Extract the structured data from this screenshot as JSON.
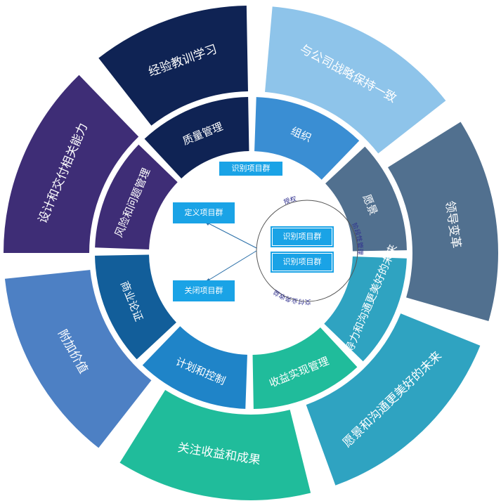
{
  "outer_ring": [
    {
      "label": "与公司战略保持一致",
      "color": "#8ec4ea"
    },
    {
      "label": "领导变革",
      "color": "#51708f"
    },
    {
      "label": "愿景和沟通更美好的未来",
      "color": "#2fa3c1"
    },
    {
      "label": "关注收益和成果",
      "color": "#20bc9b"
    },
    {
      "label": "附加价值",
      "color": "#4d80c4"
    },
    {
      "label": "设计和交付相关能力",
      "color": "#3e2d76"
    },
    {
      "label": "经验教训学习",
      "color": "#0f2354"
    }
  ],
  "inner_ring": [
    {
      "label": "组织",
      "color": "#3a8ed3"
    },
    {
      "label": "愿景",
      "color": "#51708f"
    },
    {
      "label": "领导力和沟通更美好的未来",
      "color": "#2fa3c1"
    },
    {
      "label": "收益实现管理",
      "color": "#20bc9b"
    },
    {
      "label": "计划和控制",
      "color": "#1f84c8"
    },
    {
      "label": "商业论证",
      "color": "#125e9a"
    },
    {
      "label": "风险和问题管理",
      "color": "#3e2d76"
    },
    {
      "label": "质量管理",
      "color": "#0f2354"
    }
  ],
  "center": {
    "boxes": {
      "top": "识别项目群",
      "define": "定义项目群",
      "close": "关闭项目群",
      "right1": "识别项目群",
      "right2": "识别项目群"
    },
    "arc_labels": {
      "top": "授权",
      "right": "阶段性管理",
      "bottom": "交付业务收益"
    }
  }
}
